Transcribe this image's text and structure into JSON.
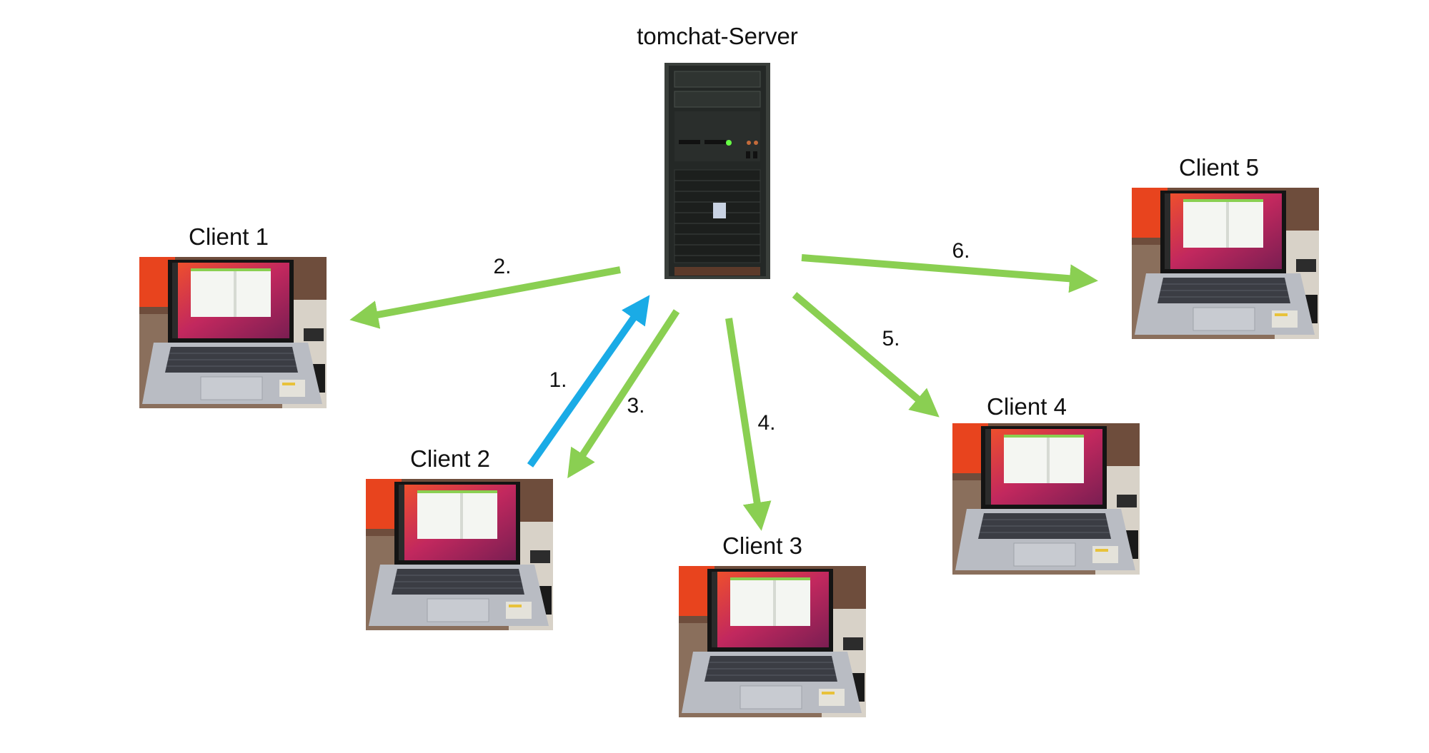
{
  "server": {
    "label": "tomchat-Server"
  },
  "clients": [
    {
      "label": "Client 1"
    },
    {
      "label": "Client 2"
    },
    {
      "label": "Client 3"
    },
    {
      "label": "Client 4"
    },
    {
      "label": "Client 5"
    }
  ],
  "steps": [
    {
      "label": "1.",
      "color": "#1aabe6"
    },
    {
      "label": "2.",
      "color": "#8acf52"
    },
    {
      "label": "3.",
      "color": "#8acf52"
    },
    {
      "label": "4.",
      "color": "#8acf52"
    },
    {
      "label": "5.",
      "color": "#8acf52"
    },
    {
      "label": "6.",
      "color": "#8acf52"
    }
  ],
  "colors": {
    "send_arrow": "#1aabe6",
    "broadcast_arrow": "#8acf52"
  }
}
